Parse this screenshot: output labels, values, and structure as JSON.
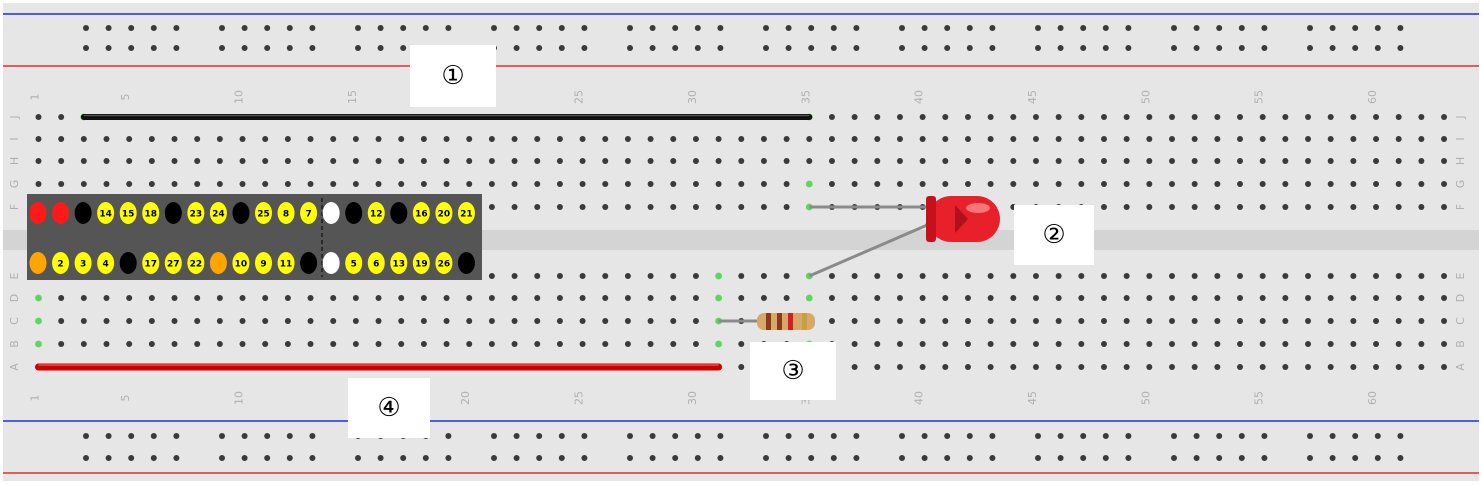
{
  "breadboard": {
    "column_numbers": [
      "1",
      "5",
      "10",
      "15",
      "20",
      "25",
      "30",
      "35",
      "40",
      "45",
      "50",
      "55",
      "60"
    ],
    "row_letters_top": [
      "J",
      "I",
      "H",
      "G",
      "F"
    ],
    "row_letters_bottom": [
      "E",
      "D",
      "C",
      "B",
      "A"
    ],
    "colors": {
      "board": "#e6e6e6",
      "rail_blue": "#1f2ee6",
      "rail_red": "#e03030",
      "hole": "#3a3a3a",
      "hole_active": "#5cd65c",
      "center_channel": "#d4d4d4",
      "label": "#b0b0b0"
    }
  },
  "gpio_header": {
    "top_row": [
      "",
      "",
      "",
      "14",
      "15",
      "18",
      "",
      "23",
      "24",
      "",
      "25",
      "8",
      "7",
      "",
      "",
      "12",
      "",
      "16",
      "20",
      "21"
    ],
    "top_row_colors": [
      "red",
      "red",
      "black",
      "yellow",
      "yellow",
      "yellow",
      "black",
      "yellow",
      "yellow",
      "black",
      "yellow",
      "yellow",
      "yellow",
      "white",
      "black",
      "yellow",
      "black",
      "yellow",
      "yellow",
      "yellow"
    ],
    "bottom_row": [
      "",
      "2",
      "3",
      "4",
      "",
      "17",
      "27",
      "22",
      "",
      "10",
      "9",
      "11",
      "",
      "",
      "5",
      "6",
      "13",
      "19",
      "26",
      ""
    ],
    "bottom_row_colors": [
      "orange",
      "yellow",
      "yellow",
      "yellow",
      "black",
      "yellow",
      "yellow",
      "yellow",
      "orange",
      "yellow",
      "yellow",
      "yellow",
      "black",
      "white",
      "yellow",
      "yellow",
      "yellow",
      "yellow",
      "yellow",
      "black"
    ],
    "colors": {
      "red": "#ff1a1a",
      "black": "#000000",
      "yellow": "#ffff00",
      "white": "#ffffff",
      "orange": "#ffa500",
      "bg": "#555555"
    }
  },
  "components": {
    "black_wire": {
      "color": "#111111"
    },
    "red_wire": {
      "color": "#cc0000"
    },
    "led": {
      "color": "#e8202a"
    },
    "resistor": {
      "body": "#d8a86a"
    }
  },
  "callouts": {
    "one": "①",
    "two": "②",
    "three": "③",
    "four": "④"
  }
}
